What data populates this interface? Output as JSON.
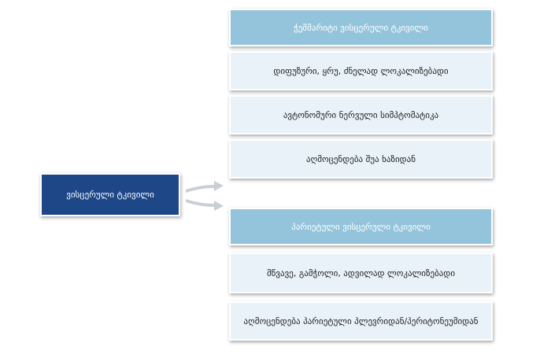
{
  "root": {
    "label": "ვისცერული ტკივილი"
  },
  "groups": [
    {
      "header": "ჭეშმარიტი ვისცერული ტკივილი",
      "items": [
        "დიფუზური, ყრუ, ძნელად ლოკალიზებადი",
        "ავტონომური ნერვული სიმპტომატიკა",
        "აღმოცენდება შუა ხაზიდან"
      ]
    },
    {
      "header": "პარიეტული ვისცერული ტკივილი",
      "items": [
        "მწვავე, გამჭოლი, ადვილად ლოკალიზებადი",
        "აღმოცენდება პარიეტული პლევრიდან/პერიტონეუმიდან"
      ]
    }
  ],
  "colors": {
    "root_fill": "#1e4788",
    "header_fill": "#93c4dc",
    "item_fill": "#e8f2f8",
    "arrow_fill": "#c8d0d4"
  }
}
